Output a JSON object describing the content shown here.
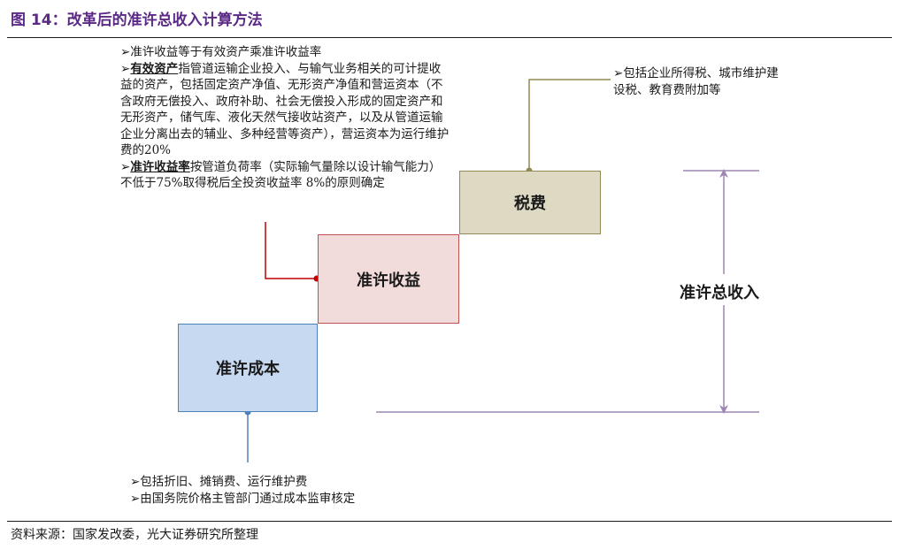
{
  "figure": {
    "title": "图 14：改革后的准许总收入计算方法",
    "source": "资料来源：国家发改委，光大证券研究所整理"
  },
  "boxes": {
    "allowed_cost": "准许成本",
    "allowed_return": "准许收益",
    "tax": "税费"
  },
  "total_label": "准许总收入",
  "notes": {
    "return": {
      "line1": "➢准许收益等于有效资产乘准许收益率",
      "bullet2_term": "有效资产",
      "bullet2_text": "指管道运输企业投入、与输气业务相关的可计提收益的资产，包括固定资产净值、无形资产净值和营运资本（不含政府无偿投入、政府补助、社会无偿投入形成的固定资产和无形资产，储气库、液化天然气接收站资产，以及从管道运输企业分离出去的辅业、多种经营等资产），营运资本为运行维护费的20%",
      "bullet3_term": "准许收益率",
      "bullet3_text": "按管道负荷率（实际输气量除以设计输气能力）不低于75%取得税后全投资收益率 8%的原则确定"
    },
    "tax": "➢包括企业所得税、城市维护建设税、教育费附加等",
    "cost": {
      "line1": "➢包括折旧、摊销费、运行维护费",
      "line2": "➢由国务院价格主管部门通过成本监审核定"
    }
  },
  "colors": {
    "title": "#5b2a86",
    "cost_fill": "#c6d9f1",
    "cost_border": "#4f81bd",
    "return_fill": "#f2dcdb",
    "return_border": "#c0504d",
    "tax_fill": "#ddd9c3",
    "tax_border": "#948a54",
    "bracket": "#9e86b4"
  }
}
